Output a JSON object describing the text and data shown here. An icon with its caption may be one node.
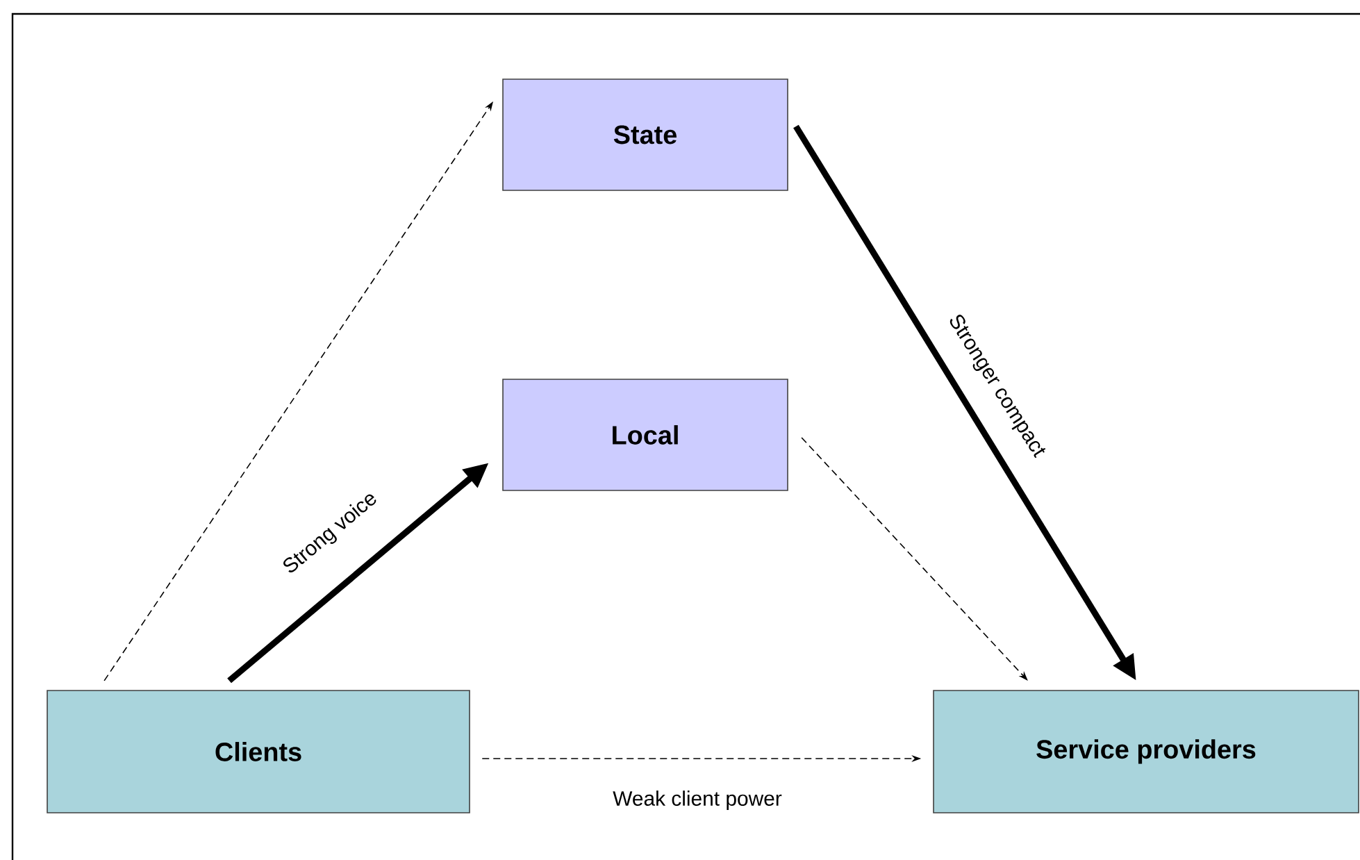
{
  "diagram": {
    "nodes": [
      {
        "text": [
          "State"
        ]
      },
      {
        "text": [
          "Local"
        ]
      },
      {
        "text": [
          "Clients"
        ]
      },
      {
        "text": [
          "Service providers"
        ]
      }
    ],
    "edges": [
      {
        "from": 2,
        "to": 0,
        "arrow": "to",
        "style": "dashed"
      },
      {
        "from": 2,
        "to": 1,
        "arrow": "to",
        "style": "thick",
        "label": "Strong voice"
      },
      {
        "from": 0,
        "to": 3,
        "arrow": "to",
        "style": "thick",
        "label": "Stronger compact"
      },
      {
        "from": 1,
        "to": 3,
        "arrow": "to",
        "style": "dashed"
      },
      {
        "from": 2,
        "to": 3,
        "arrow": "to",
        "style": "dashed",
        "label": "Weak client power"
      }
    ]
  }
}
